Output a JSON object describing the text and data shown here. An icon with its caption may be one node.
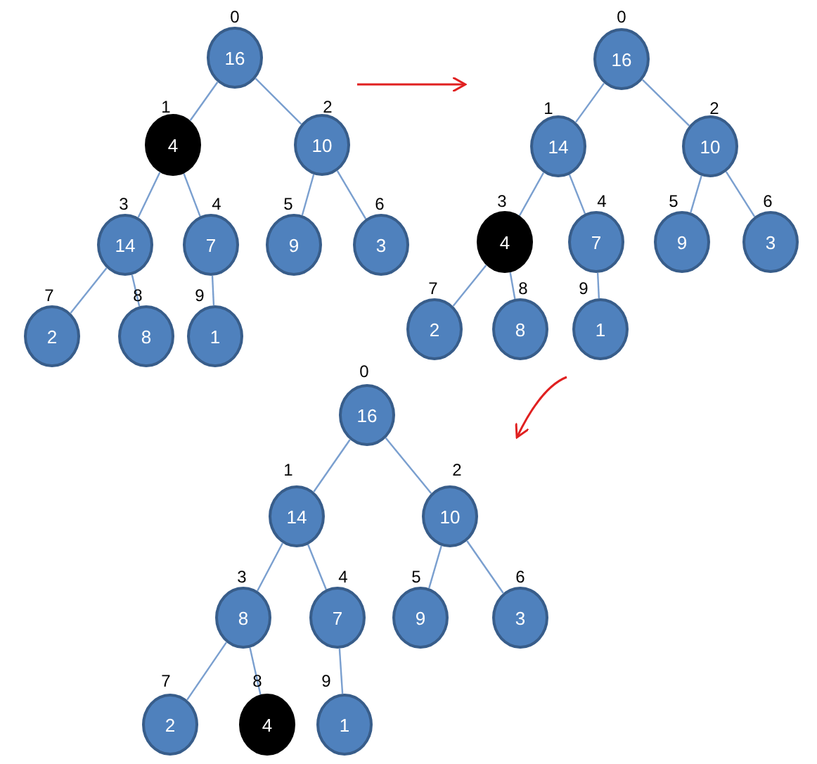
{
  "diagram": {
    "nodes": [
      {
        "text": [
          "16"
        ],
        "beside": [
          "0"
        ]
      },
      {
        "text": [
          "4"
        ],
        "beside": [
          "1"
        ]
      },
      {
        "text": [
          "10"
        ],
        "beside": [
          "2"
        ]
      },
      {
        "text": [
          "14"
        ],
        "beside": [
          "3"
        ]
      },
      {
        "text": [
          "7"
        ],
        "beside": [
          "4"
        ]
      },
      {
        "text": [
          "9"
        ],
        "beside": [
          "5"
        ]
      },
      {
        "text": [
          "3"
        ],
        "beside": [
          "6"
        ]
      },
      {
        "text": [
          "2"
        ],
        "beside": [
          "7"
        ]
      },
      {
        "text": [
          "8"
        ],
        "beside": [
          "8"
        ]
      },
      {
        "text": [
          "1"
        ],
        "beside": [
          "9"
        ]
      },
      {
        "text": [
          "16"
        ],
        "beside": [
          "0"
        ]
      },
      {
        "text": [
          "14"
        ],
        "beside": [
          "1"
        ]
      },
      {
        "text": [
          "10"
        ],
        "beside": [
          "2"
        ]
      },
      {
        "text": [
          "4"
        ],
        "beside": [
          "3"
        ]
      },
      {
        "text": [
          "7"
        ],
        "beside": [
          "4"
        ]
      },
      {
        "text": [
          "9"
        ],
        "beside": [
          "5"
        ]
      },
      {
        "text": [
          "3"
        ],
        "beside": [
          "6"
        ]
      },
      {
        "text": [
          "2"
        ],
        "beside": [
          "7"
        ]
      },
      {
        "text": [
          "8"
        ],
        "beside": [
          "8"
        ]
      },
      {
        "text": [
          "1"
        ],
        "beside": [
          "9"
        ]
      },
      {
        "text": [
          "16"
        ],
        "beside": [
          "0"
        ]
      },
      {
        "text": [
          "14"
        ],
        "beside": [
          "1"
        ]
      },
      {
        "text": [
          "10"
        ],
        "beside": [
          "2"
        ]
      },
      {
        "text": [
          "8"
        ],
        "beside": [
          "3"
        ]
      },
      {
        "text": [
          "7"
        ],
        "beside": [
          "4"
        ]
      },
      {
        "text": [
          "9"
        ],
        "beside": [
          "5"
        ]
      },
      {
        "text": [
          "3"
        ],
        "beside": [
          "6"
        ]
      },
      {
        "text": [
          "2"
        ],
        "beside": [
          "7"
        ]
      },
      {
        "text": [
          "4"
        ],
        "beside": [
          "8"
        ]
      },
      {
        "text": [
          "1"
        ],
        "beside": [
          "9"
        ]
      }
    ],
    "edges": [
      {
        "from": 0,
        "to": 1,
        "arrow": "none"
      },
      {
        "from": 0,
        "to": 2,
        "arrow": "none"
      },
      {
        "from": 1,
        "to": 3,
        "arrow": "none"
      },
      {
        "from": 1,
        "to": 4,
        "arrow": "none"
      },
      {
        "from": 2,
        "to": 5,
        "arrow": "none"
      },
      {
        "from": 2,
        "to": 6,
        "arrow": "none"
      },
      {
        "from": 3,
        "to": 7,
        "arrow": "none"
      },
      {
        "from": 3,
        "to": 8,
        "arrow": "none"
      },
      {
        "from": 4,
        "to": 9,
        "arrow": "none"
      },
      {
        "from": 10,
        "to": 11,
        "arrow": "none"
      },
      {
        "from": 10,
        "to": 12,
        "arrow": "none"
      },
      {
        "from": 11,
        "to": 13,
        "arrow": "none"
      },
      {
        "from": 11,
        "to": 14,
        "arrow": "none"
      },
      {
        "from": 12,
        "to": 15,
        "arrow": "none"
      },
      {
        "from": 12,
        "to": 16,
        "arrow": "none"
      },
      {
        "from": 13,
        "to": 17,
        "arrow": "none"
      },
      {
        "from": 13,
        "to": 18,
        "arrow": "none"
      },
      {
        "from": 14,
        "to": 19,
        "arrow": "none"
      },
      {
        "from": 20,
        "to": 21,
        "arrow": "none"
      },
      {
        "from": 20,
        "to": 22,
        "arrow": "none"
      },
      {
        "from": 21,
        "to": 23,
        "arrow": "none"
      },
      {
        "from": 21,
        "to": 24,
        "arrow": "none"
      },
      {
        "from": 22,
        "to": 25,
        "arrow": "none"
      },
      {
        "from": 22,
        "to": 26,
        "arrow": "none"
      },
      {
        "from": 23,
        "to": 27,
        "arrow": "none"
      },
      {
        "from": 23,
        "to": 28,
        "arrow": "none"
      },
      {
        "from": 24,
        "to": 29,
        "arrow": "none"
      }
    ]
  }
}
